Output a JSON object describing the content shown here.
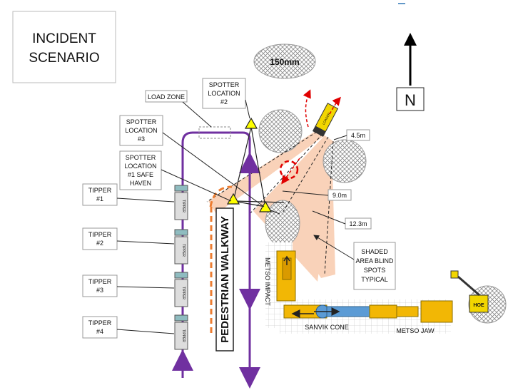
{
  "title": {
    "line1": "INCIDENT",
    "line2": "SCENARIO"
  },
  "north": {
    "label": "N"
  },
  "rock": {
    "label": "150mm"
  },
  "labels": {
    "load_zone": "LOAD ZONE",
    "spotter2": [
      "SPOTTER",
      "LOCATION",
      "#2"
    ],
    "spotter3": [
      "SPOTTER",
      "LOCATION",
      "#3"
    ],
    "spotter1": [
      "SPOTTER",
      "LOCATION",
      "#1 SAFE",
      "HAVEN"
    ],
    "tipper1": [
      "TIPPER",
      "#1"
    ],
    "tipper2": [
      "TIPPER",
      "#2"
    ],
    "tipper3": [
      "TIPPER",
      "#3"
    ],
    "tipper4": [
      "TIPPER",
      "#4"
    ],
    "dist_4_5": "4.5m",
    "dist_9_0": "9.0m",
    "dist_12_3": "12.3m",
    "shaded": [
      "SHADED",
      "AREA BLIND",
      "SPOTS",
      "TYPICAL"
    ],
    "walkway": "PEDESTRIAN WALKWAY",
    "metso_impact": "METSO IMPACT",
    "sanvik_cone": "SANVIK CONE",
    "metso_jaw": "METSO JAW",
    "hoe": "HOE",
    "tipper_body": "TIPPER",
    "loader_body": "LOADER"
  },
  "colors": {
    "route": "#7030a0",
    "shade": "#f8cbad",
    "crusher": "#f2b705",
    "cone": "#5b9bd5",
    "spotter": "#ffff00",
    "danger": "#e00000",
    "orange": "#ed7d31",
    "tipper_cab": "#8fbcc0"
  }
}
